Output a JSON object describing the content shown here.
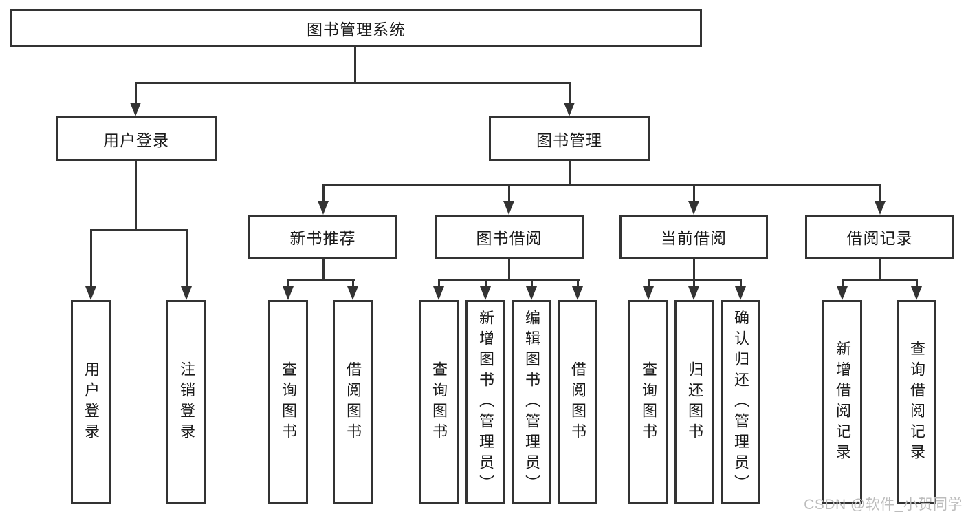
{
  "diagram": {
    "type": "hierarchy",
    "colors": {
      "line": "#333333",
      "box_border": "#333333",
      "text": "#1a1a1a",
      "watermark": "#bcbcbc",
      "background": "#ffffff"
    }
  },
  "tree": {
    "root": "图书管理系统",
    "branches": [
      {
        "label": "用户登录",
        "children": [
          "用户登录",
          "注销登录"
        ]
      },
      {
        "label": "图书管理",
        "groups": [
          {
            "label": "新书推荐",
            "children": [
              "查询图书",
              "借阅图书"
            ]
          },
          {
            "label": "图书借阅",
            "children": [
              "查询图书",
              "新增图书（管理员）",
              "编辑图书（管理员）",
              "借阅图书"
            ]
          },
          {
            "label": "当前借阅",
            "children": [
              "查询图书",
              "归还图书",
              "确认归还（管理员）"
            ]
          },
          {
            "label": "借阅记录",
            "children": [
              "新增借阅记录",
              "查询借阅记录"
            ]
          }
        ]
      }
    ]
  },
  "watermark": {
    "text": "CSDN @软件_小贺同学"
  }
}
